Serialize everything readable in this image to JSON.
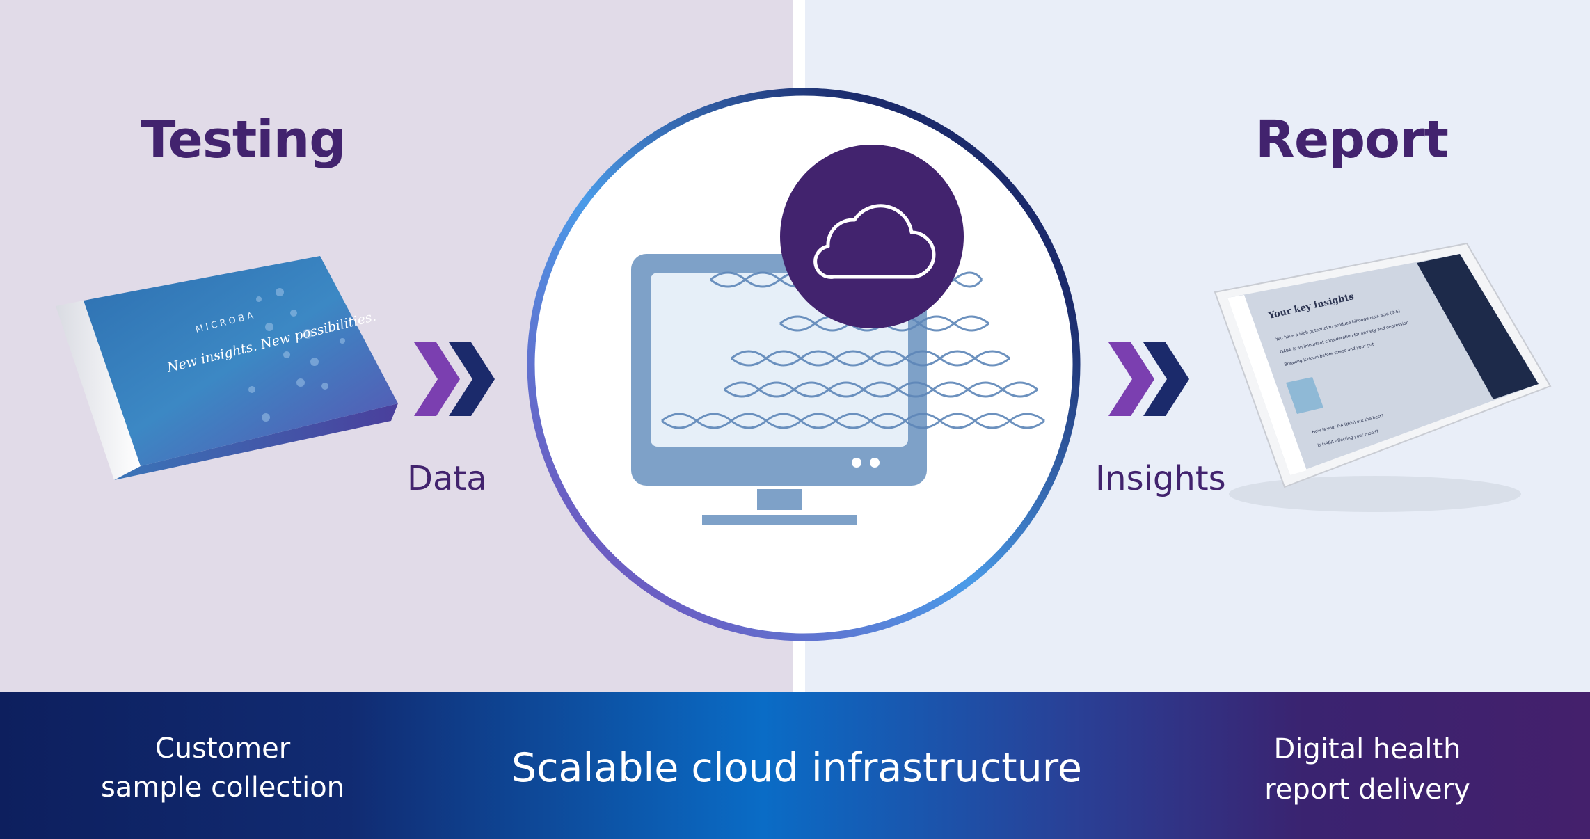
{
  "left": {
    "title": "Testing",
    "box_brand": "MICROBA",
    "box_tagline": "New insights. New possibilities."
  },
  "right": {
    "title": "Report",
    "tablet": {
      "heading": "Your key insights",
      "rows": [
        "You have a high potential to produce bifidogenesis acid (B-S)",
        "GABA is an important consideration for anxiety and depression",
        "Breaking it down before stress and your gut",
        "How is your IFA (thin) out the best?",
        "Is GABA affecting your mood?"
      ]
    }
  },
  "flow": {
    "first_label": "Data",
    "second_label": "Insights"
  },
  "band": {
    "left_line1": "Customer",
    "left_line2": "sample collection",
    "center": "Scalable cloud infrastructure",
    "right_line1": "Digital health",
    "right_line2": "report delivery"
  },
  "colors": {
    "purple_dark": "#42236e",
    "purple_mid": "#7b3fb0",
    "navy": "#1b2a6b",
    "monitor_blue": "#7ea1c8",
    "left_bg": "#e1dbe8",
    "right_bg": "#e9eef8"
  },
  "icons": [
    "chevron-double-right-icon",
    "cloud-icon",
    "monitor-icon",
    "dna-helix-icon"
  ]
}
